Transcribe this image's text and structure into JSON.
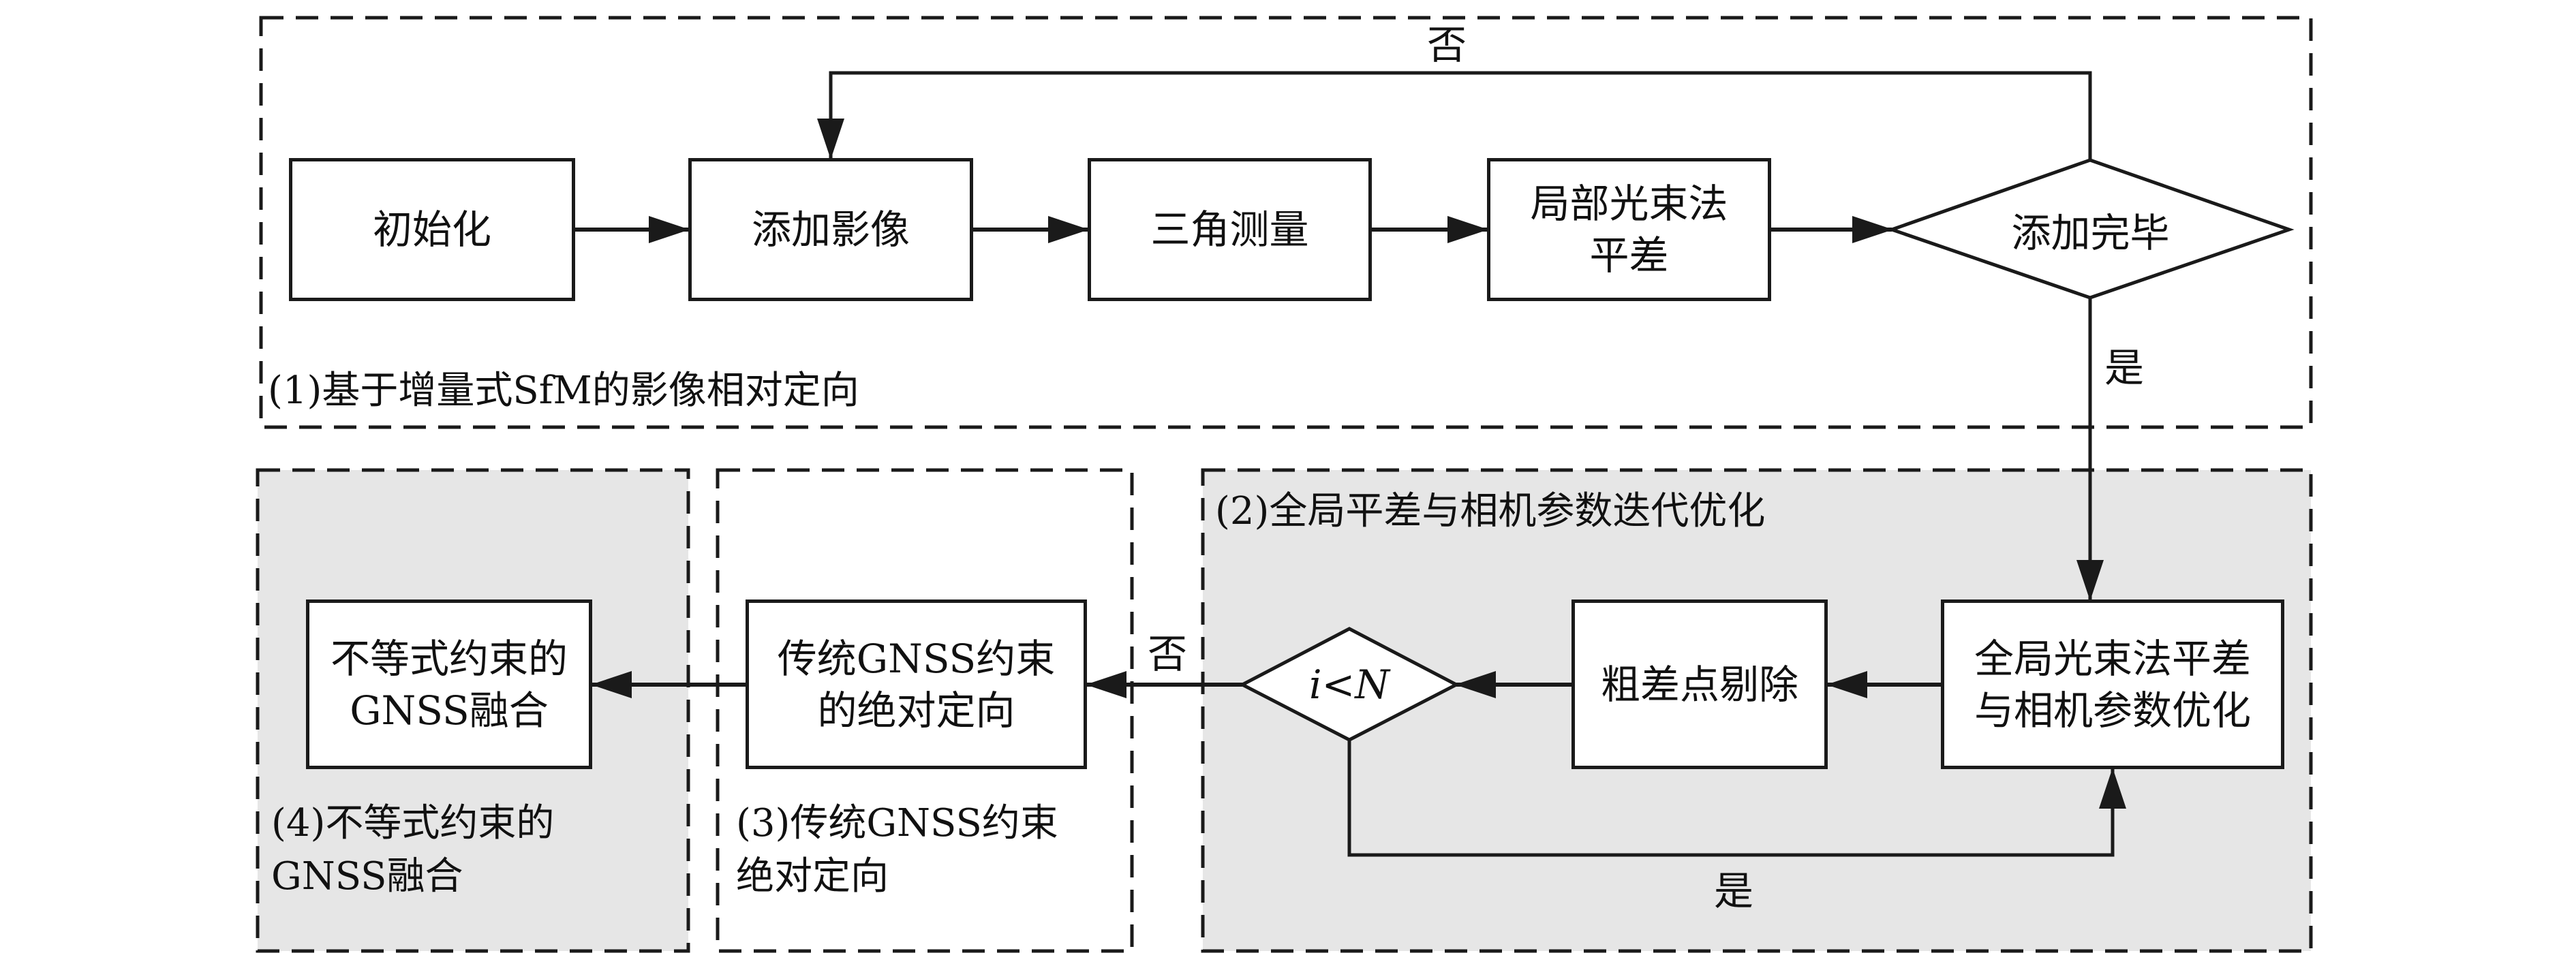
{
  "diagram": {
    "type": "flowchart",
    "colors": {
      "line": "#1a1a1a",
      "box_fill": "#ffffff",
      "shaded_panel": "#e6e6e6",
      "plain_panel": "#ffffff"
    },
    "panels": [
      {
        "id": "p1",
        "label": "(1)基于增量式SfM的影像相对定向",
        "shaded": false
      },
      {
        "id": "p2",
        "label": "(2)全局平差与相机参数迭代优化",
        "shaded": true
      },
      {
        "id": "p3",
        "label": "(3)传统GNSS约束\n绝对定向",
        "shaded": false
      },
      {
        "id": "p4",
        "label": "(4)不等式约束的\nGNSS融合",
        "shaded": true
      }
    ],
    "nodes": {
      "init": {
        "text": "初始化",
        "shape": "rect"
      },
      "add_image": {
        "text": "添加影像",
        "shape": "rect"
      },
      "triangulate": {
        "text": "三角测量",
        "shape": "rect"
      },
      "local_ba": {
        "text": "局部光束法\n平差",
        "shape": "rect"
      },
      "add_done": {
        "text": "添加完毕",
        "shape": "diamond"
      },
      "global_ba": {
        "text": "全局光束法平差\n与相机参数优化",
        "shape": "rect"
      },
      "outlier": {
        "text": "粗差点剔除",
        "shape": "rect"
      },
      "iter_check": {
        "text_var1": "i",
        "text_op": "<",
        "text_var2": "N",
        "shape": "diamond"
      },
      "gnss_trad": {
        "text": "传统GNSS约束\n的绝对定向",
        "shape": "rect"
      },
      "gnss_ineq": {
        "text": "不等式约束的\nGNSS融合",
        "shape": "rect"
      }
    },
    "edges": [
      {
        "from": "init",
        "to": "add_image",
        "label": ""
      },
      {
        "from": "add_image",
        "to": "triangulate",
        "label": ""
      },
      {
        "from": "triangulate",
        "to": "local_ba",
        "label": ""
      },
      {
        "from": "local_ba",
        "to": "add_done",
        "label": ""
      },
      {
        "from": "add_done",
        "to": "add_image",
        "label": "否"
      },
      {
        "from": "add_done",
        "to": "global_ba",
        "label": "是"
      },
      {
        "from": "global_ba",
        "to": "outlier",
        "label": ""
      },
      {
        "from": "outlier",
        "to": "iter_check",
        "label": ""
      },
      {
        "from": "iter_check",
        "to": "global_ba",
        "label": "是"
      },
      {
        "from": "iter_check",
        "to": "gnss_trad",
        "label": "否"
      },
      {
        "from": "gnss_trad",
        "to": "gnss_ineq",
        "label": ""
      }
    ],
    "edge_labels": {
      "feedback_no": "否",
      "done_yes": "是",
      "loop_yes": "是",
      "exit_no": "否"
    }
  }
}
